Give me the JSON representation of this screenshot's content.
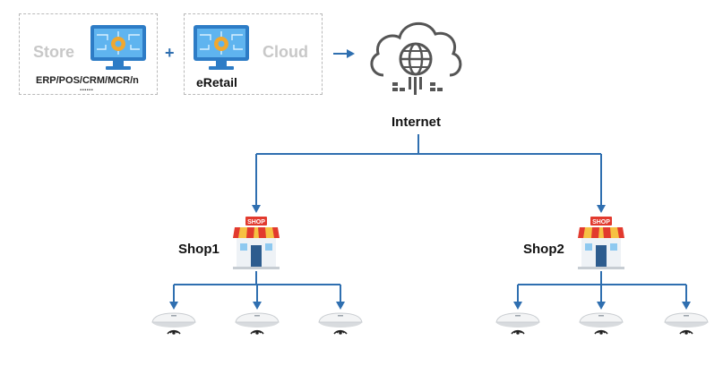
{
  "top": {
    "store_label": "Store",
    "store_sub": "ERP/POS/CRM/MCR/n",
    "store_dots": "......",
    "plus": "+",
    "eretail_label": "eRetail",
    "cloud_label": "Cloud"
  },
  "internet": {
    "label": "Internet"
  },
  "shops": [
    {
      "label": "Shop1",
      "sign": "SHOP"
    },
    {
      "label": "Shop2",
      "sign": "SHOP"
    }
  ],
  "colors": {
    "arrow": "#2f6fb0",
    "monitor": "#3a8fd6",
    "gear": "#f0a830",
    "awning_red": "#e23a2e",
    "awning_yellow": "#f6c143",
    "cloud_stroke": "#555555"
  },
  "icons": [
    "monitor-gear-icon",
    "cloud-internet-icon",
    "shop-icon",
    "access-point-icon"
  ]
}
